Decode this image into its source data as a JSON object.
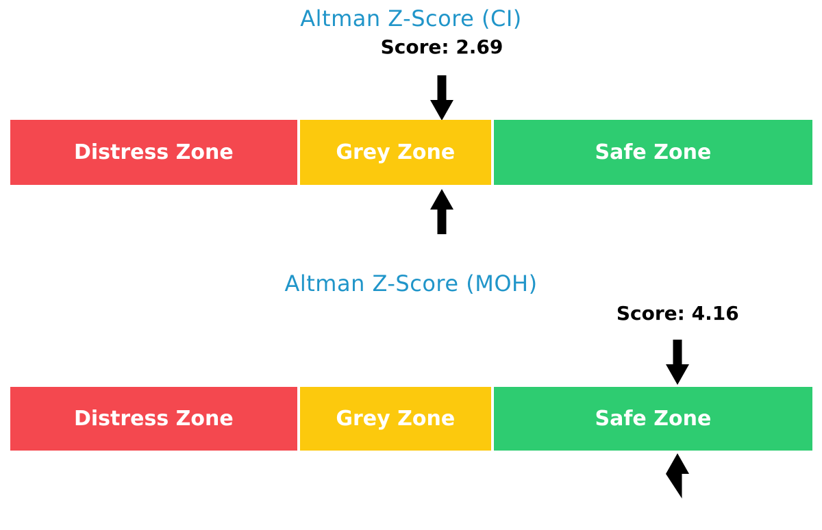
{
  "figure": {
    "background": "#ffffff"
  },
  "colors": {
    "title_blue": "#2095c9",
    "score_black": "#000000",
    "arrow_black": "#000000",
    "zone_text_white": "#ffffff",
    "distress_red": "#f4484f",
    "grey_yellow": "#fcc90d",
    "safe_green": "#2ecc71"
  },
  "chart_data": [
    {
      "type": "bar",
      "orientation": "horizontal",
      "title": "Altman Z-Score (CI)",
      "score": 2.69,
      "score_label": "Score: 2.69",
      "axis_range": [
        0,
        5
      ],
      "grid": false,
      "marker": "black down-arrow above bar and up-arrow below bar at score position",
      "zones": [
        {
          "label": "Distress Zone",
          "range": [
            0,
            1.8
          ],
          "color": "#f4484f"
        },
        {
          "label": "Grey Zone",
          "range": [
            1.8,
            3.0
          ],
          "color": "#fcc90d"
        },
        {
          "label": "Safe Zone",
          "range": [
            3.0,
            5.0
          ],
          "color": "#2ecc71"
        }
      ]
    },
    {
      "type": "bar",
      "orientation": "horizontal",
      "title": "Altman Z-Score (MOH)",
      "score": 4.16,
      "score_label": "Score: 4.16",
      "axis_range": [
        0,
        5
      ],
      "grid": false,
      "marker": "black down-arrow above bar and up-arrow below bar at score position",
      "zones": [
        {
          "label": "Distress Zone",
          "range": [
            0,
            1.8
          ],
          "color": "#f4484f"
        },
        {
          "label": "Grey Zone",
          "range": [
            1.8,
            3.0
          ],
          "color": "#fcc90d"
        },
        {
          "label": "Safe Zone",
          "range": [
            3.0,
            5.0
          ],
          "color": "#2ecc71"
        }
      ]
    }
  ]
}
